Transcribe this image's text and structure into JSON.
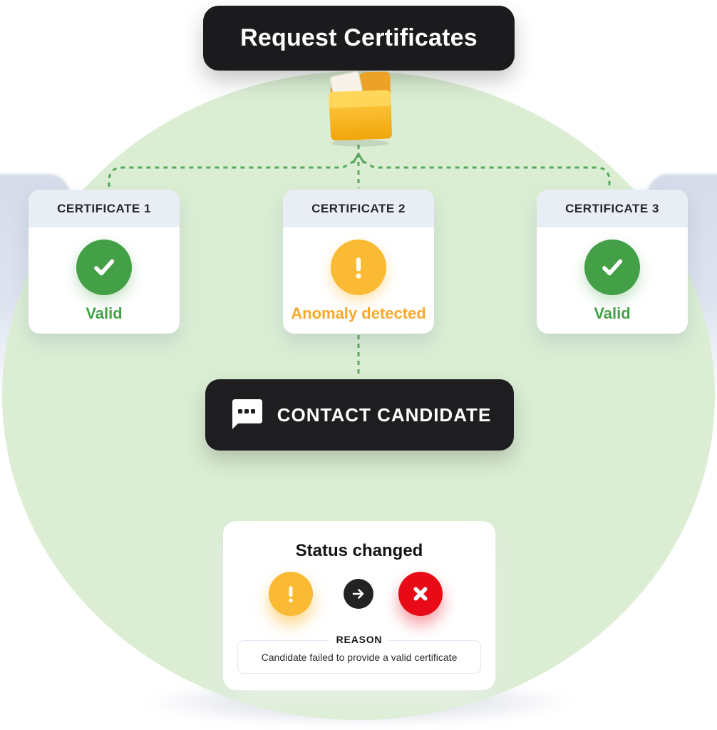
{
  "header": {
    "title": "Request Certificates"
  },
  "certificates": [
    {
      "label": "CERTIFICATE 1",
      "status": "Valid",
      "status_type": "valid",
      "icon": "check-icon"
    },
    {
      "label": "CERTIFICATE 2",
      "status": "Anomaly detected",
      "status_type": "anomaly",
      "icon": "exclamation-icon"
    },
    {
      "label": "CERTIFICATE 3",
      "status": "Valid",
      "status_type": "valid",
      "icon": "check-icon"
    }
  ],
  "contact_button": {
    "label": "CONTACT CANDIDATE",
    "icon": "chat-bubble-icon"
  },
  "status_card": {
    "title": "Status changed",
    "from_icon": "warning-circle-icon",
    "transition_icon": "arrow-right-circle-icon",
    "to_icon": "cross-circle-icon",
    "reason_label": "REASON",
    "reason_text": "Candidate failed to provide a valid certificate"
  },
  "icons": {
    "top": "folder-icon"
  },
  "colors": {
    "background_circle": "#dbeed4",
    "dark_panel": "#1b1b1d",
    "valid_green": "#43a047",
    "warning_yellow": "#fbba33",
    "anomaly_text": "#f7a82b",
    "error_red": "#e80b17",
    "card_header": "#e9edf4",
    "connector_green": "#57a85c",
    "folder_yellow": "#f5a80b"
  }
}
